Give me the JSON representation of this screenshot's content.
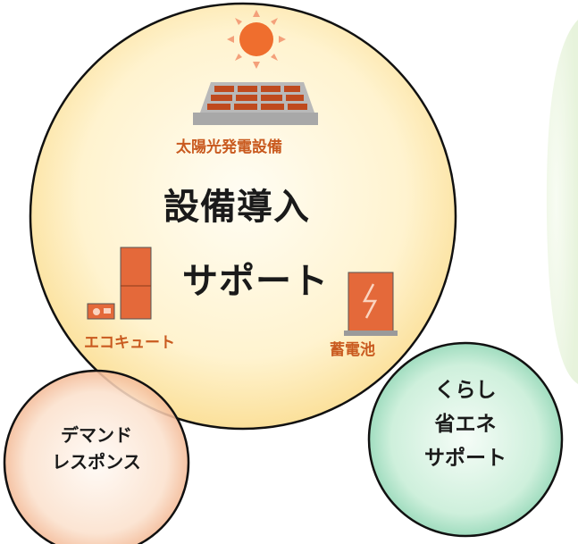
{
  "main_circle": {
    "title_line1": "設備導入",
    "title_line2": "サポート",
    "solar_label": "太陽光発電設備",
    "ecocute_label": "エコキュート",
    "battery_label": "蓄電池"
  },
  "demand_circle": {
    "line1": "デマンド",
    "line2": "レスポンス"
  },
  "kurashi_circle": {
    "line1": "くらし",
    "line2": "省エネ",
    "line3": "サポート"
  },
  "colors": {
    "main_fill_center": "#fffbe8",
    "main_fill_edge": "#fbe3a2",
    "demand_fill_edge": "#f2b48e",
    "kurashi_fill_edge": "#8fd6b2",
    "accent_orange": "#c95a1f",
    "outline": "#111111",
    "right_panel": "#eef7e6"
  },
  "icons": [
    "sun-icon",
    "solar-panel-icon",
    "ecocute-unit-icon",
    "battery-icon"
  ]
}
